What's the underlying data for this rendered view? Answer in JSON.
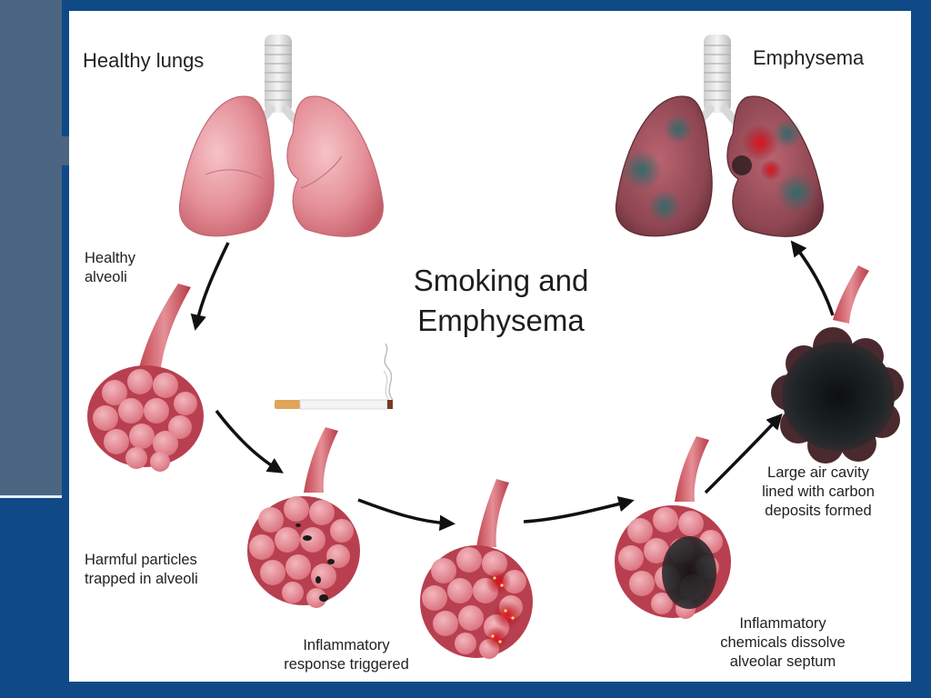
{
  "diagram": {
    "title_line1": "Smoking and",
    "title_line2": "Emphysema",
    "labels": {
      "healthy_lungs": "Healthy lungs",
      "emphysema": "Emphysema",
      "healthy_alveoli_1": "Healthy",
      "healthy_alveoli_2": "alveoli",
      "particles_1": "Harmful particles",
      "particles_2": "trapped in alveoli",
      "inflammatory_1": "Inflammatory",
      "inflammatory_2": "response triggered",
      "chemicals_1": "Inflammatory",
      "chemicals_2": "chemicals dissolve",
      "chemicals_3": "alveolar septum",
      "cavity_1": "Large air cavity",
      "cavity_2": "lined with carbon",
      "cavity_3": "deposits formed"
    },
    "colors": {
      "slide_border": "#0f4a86",
      "side_panel": "#4b6583",
      "lung_tissue": "#e58e96",
      "alveoli_wall": "#b83f4f",
      "alveoli_fill": "#e7919a",
      "damage": "#161a1c"
    }
  }
}
